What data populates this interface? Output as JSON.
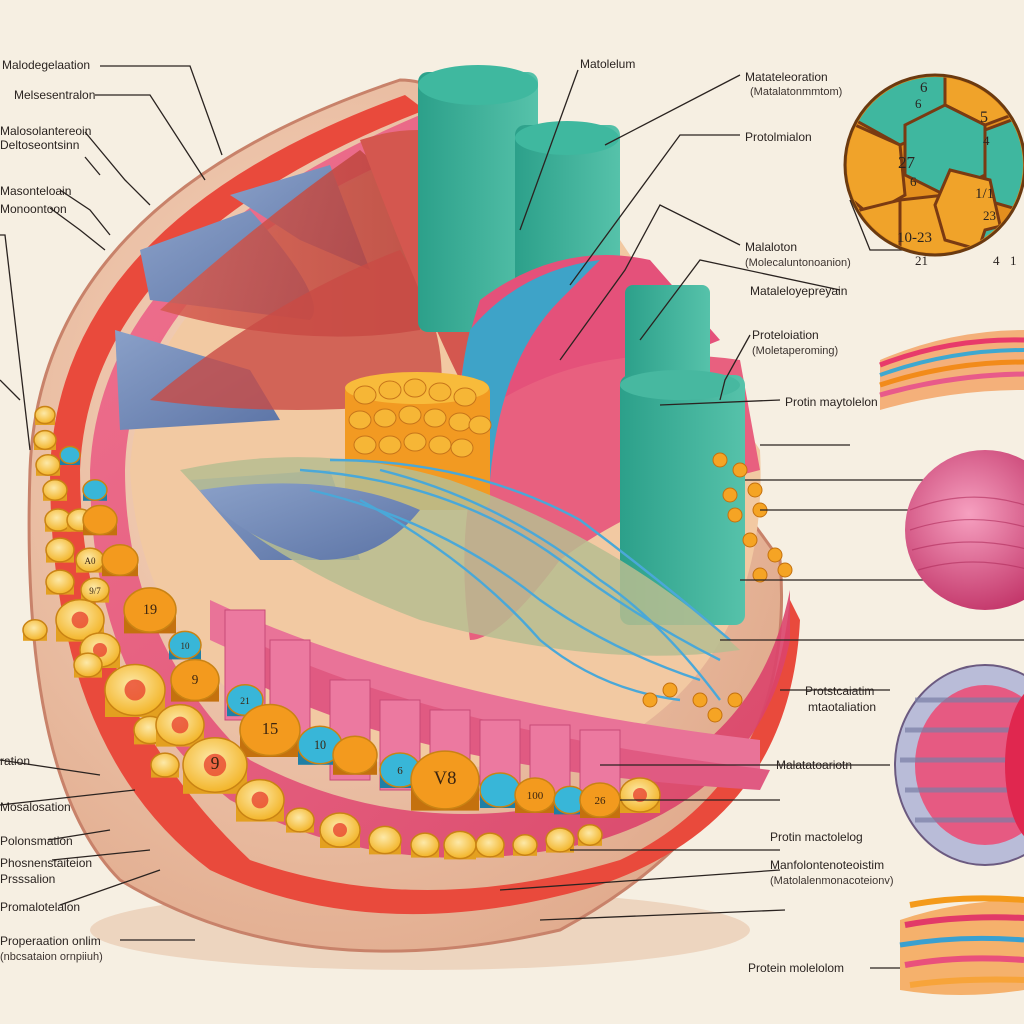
{
  "labels": {
    "left": [
      "Malodegelaation",
      "Melsesentralon",
      "Malosolantereoin",
      "Deltoseontsinn",
      "Masonteloain",
      "Monoontoon",
      "ration",
      "Mosalosation",
      "Polonsmation",
      "Phosnenstaiteion",
      "Prsssalion",
      "Promalotelalon",
      "Properaation onlim",
      "(nbcsataion ornpiiuh)"
    ],
    "top_center": "Matolelum",
    "right": [
      "Matateleoration",
      "(Matalatonmmtom)",
      "Protolmialon",
      "Malaloton",
      "(Molecaluntonoanion)",
      "Mataleloyepreyain",
      "Proteloiation",
      "(Moletaperoming)",
      "Protin maytolelon",
      "Protstcaiatim",
      "mtaotaliation",
      "Malatatoariotn",
      "Protin mactolelog",
      "Manfolontenoteoistim",
      "(Matolalenmonacoteionv)",
      "Protein molelolom"
    ],
    "inset_numbers": [
      "6",
      "6",
      "5",
      "4",
      "27",
      "6",
      "1/1",
      "23",
      "10-23",
      "21",
      "4",
      "1"
    ],
    "cell_numbers": [
      "19",
      "10",
      "9",
      "15",
      "9",
      "9/7",
      "21",
      "10",
      "6",
      "V8",
      "100",
      "26",
      "A0"
    ]
  },
  "colors": {
    "background": "#f6efe2",
    "muscle_pink": "#e8507a",
    "muscle_red": "#c8463e",
    "orange_cell": "#f49a1a",
    "yellow_cell": "#f6c83a",
    "teal_bundle": "#3aae98",
    "blue_fiber": "#4aa8d8",
    "slate_fill": "#6f86b4"
  }
}
